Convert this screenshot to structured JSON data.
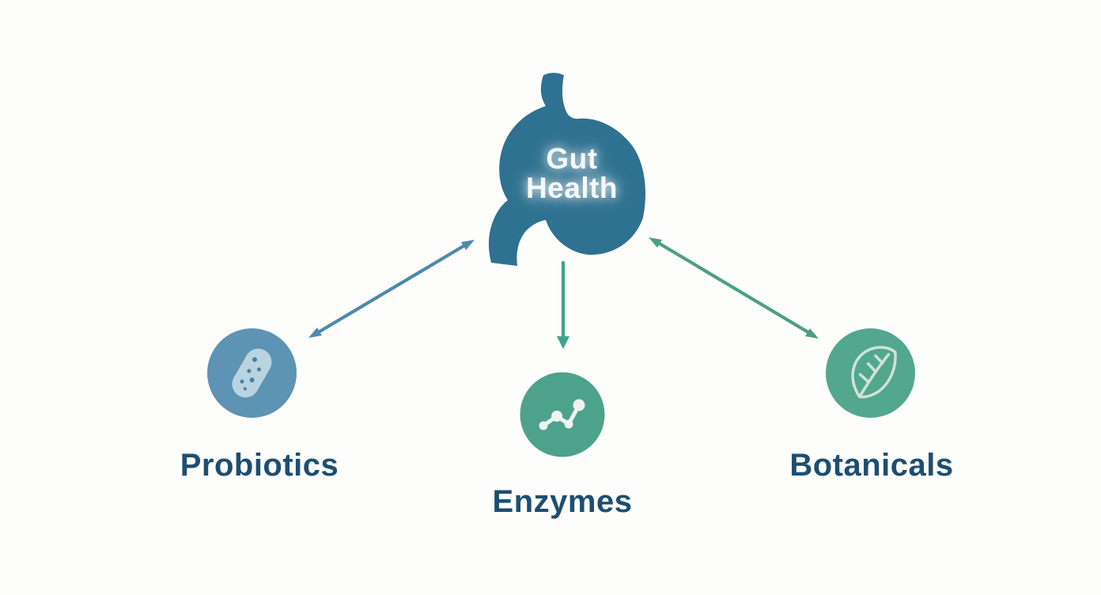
{
  "diagram_type": "hub-and-spoke infographic",
  "background_color": "#fdfdfb",
  "center_node": {
    "id": "gut-health",
    "label": "Gut Health",
    "label_lines": [
      "Gut",
      "Health"
    ],
    "icon": "stomach-icon",
    "icon_fill": "#2e7190",
    "label_color": "#f6f8f7"
  },
  "nodes": [
    {
      "id": "probiotics",
      "label": "Probiotics",
      "icon": "probiotic-capsule-icon",
      "circle_fill": "#5d93b3",
      "icon_fill": "#b9d3e1",
      "icon_dot_fill": "#4a7fa1"
    },
    {
      "id": "enzymes",
      "label": "Enzymes",
      "icon": "enzyme-molecule-icon",
      "circle_fill": "#4da28b",
      "icon_fill": "#eef3ee"
    },
    {
      "id": "botanicals",
      "label": "Botanicals",
      "icon": "botanical-leaf-icon",
      "circle_fill": "#53a78e",
      "icon_stroke": "#cfe3d7"
    }
  ],
  "node_label_color": "#1d4e71",
  "arrows": [
    {
      "id": "gut-to-probiotics",
      "style": "double-headed",
      "color": "#4d89ac"
    },
    {
      "id": "gut-to-enzymes",
      "style": "single-headed-down",
      "color": "#3ea28b"
    },
    {
      "id": "gut-to-botanicals",
      "style": "double-headed",
      "color": "#4c9f86"
    }
  ]
}
